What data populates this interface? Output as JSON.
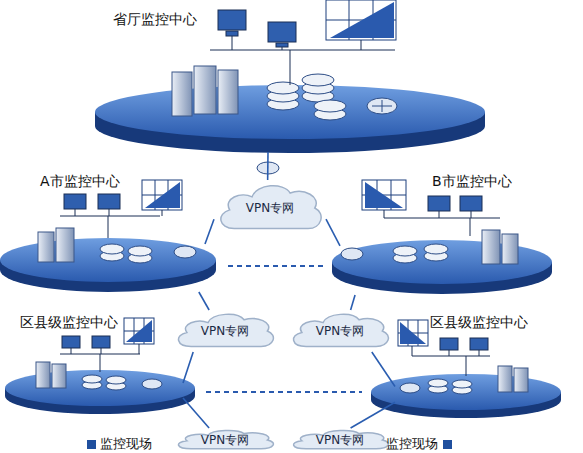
{
  "diagram": {
    "nodes": [
      {
        "text": [
          "省厅监控中心"
        ]
      },
      {
        "text": [
          "VPN专网"
        ]
      },
      {
        "text": [
          "A市监控中心"
        ]
      },
      {
        "text": [
          "B市监控中心"
        ]
      },
      {
        "text": [
          "VPN专网"
        ]
      },
      {
        "text": [
          "VPN专网"
        ]
      },
      {
        "text": [
          "区县级监控中心"
        ]
      },
      {
        "text": [
          "区县级监控中心"
        ]
      },
      {
        "text": [
          "VPN专网"
        ]
      },
      {
        "text": [
          "VPN专网"
        ]
      }
    ],
    "edges": [
      {
        "from": 0,
        "to": 1,
        "arrow": "none"
      },
      {
        "from": 1,
        "to": 2,
        "arrow": "none"
      },
      {
        "from": 1,
        "to": 3,
        "arrow": "none"
      },
      {
        "from": 2,
        "to": 4,
        "arrow": "none"
      },
      {
        "from": 3,
        "to": 5,
        "arrow": "none"
      },
      {
        "from": 4,
        "to": 6,
        "arrow": "none"
      },
      {
        "from": 5,
        "to": 7,
        "arrow": "none"
      },
      {
        "from": 6,
        "to": 8,
        "arrow": "none"
      },
      {
        "from": 7,
        "to": 9,
        "arrow": "none"
      }
    ],
    "labels": [
      "监控现场",
      "监控现场"
    ]
  }
}
